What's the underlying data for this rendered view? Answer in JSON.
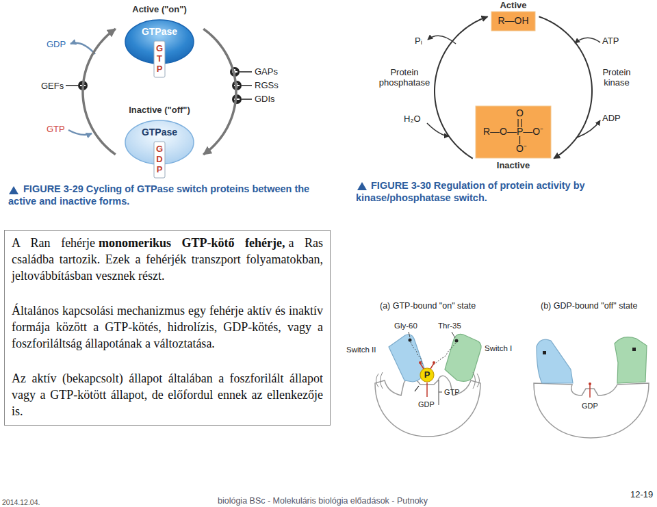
{
  "diagram": {
    "nodes": [
      {
        "text": [
          "Active (\"on\")",
          "GTPase",
          "GTP"
        ]
      },
      {
        "text": [
          "Inactive (\"off\")",
          "GTPase",
          "GDP"
        ]
      },
      {
        "text": [
          "Active",
          "R—OH"
        ]
      },
      {
        "text": [
          "O",
          "R—O—P—O⁻",
          "O⁻",
          "Inactive"
        ]
      },
      {
        "text": [
          "A Ran fehérje",
          "monomerikus GTP-kötő fehérje,",
          "a Ras családba tartozik. Ezek a fehérjék transzport folyamatokban, jeltovábbításban vesznek részt.",
          "Általános kapcsolási mechanizmus egy fehérje aktív és inaktív formája között a GTP-kötés, hidrolízis, GDP-kötés, vagy a foszforiláltság állapotának a változtatása.",
          "Az aktív (bekapcsolt) állapot általában a foszforilált állapot vagy a GTP-kötött állapot, de előfordul ennek az ellenkezője is."
        ]
      },
      {
        "text": [
          "P"
        ]
      }
    ],
    "edges": [
      {
        "from": 0,
        "to": 1,
        "arrow": "to"
      },
      {
        "from": 1,
        "to": 0,
        "arrow": "to"
      },
      {
        "from": 2,
        "to": 3,
        "arrow": "to"
      },
      {
        "from": 3,
        "to": 2,
        "arrow": "to"
      }
    ],
    "labels": [
      "GDP",
      "GEFs",
      "GTP",
      "GAPs",
      "RGSs",
      "GDIs",
      "FIGURE 3-29 Cycling of GTPase switch proteins between the active and inactive forms.",
      "Pᵢ",
      "Protein phosphatase",
      "H₂O",
      "ATP",
      "Protein kinase",
      "ADP",
      "FIGURE 3-30 Regulation of protein activity by kinase/phosphatase switch.",
      "(a) GTP-bound \"on\" state",
      "(b) GDP-bound \"off\" state",
      "Gly-60",
      "Thr-35",
      "Switch II",
      "Switch I",
      "GTP",
      "GDP",
      "GDP",
      "2014.12.04.",
      "biológia BSc - Molekuláris biológia előadások - Putnoky",
      "12-19"
    ]
  }
}
